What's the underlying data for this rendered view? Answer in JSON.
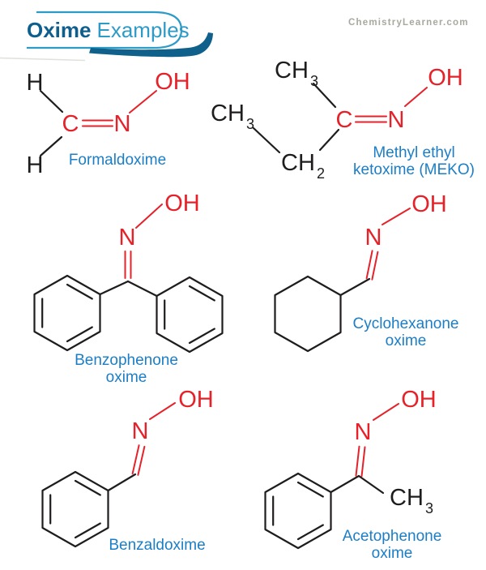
{
  "header": {
    "title_bold": "Oxime",
    "title_light": "Examples",
    "site": "ChemistryLearner.com"
  },
  "colors": {
    "title_dark": "#0e5f8e",
    "title_light": "#2e9bc7",
    "swoosh": "#0f618c",
    "label_blue": "#1b7ec6",
    "red": "#e62129",
    "black": "#1e1c1c",
    "gray": "#a8a89f",
    "faint_line": "#e0e0dc"
  },
  "molecules": [
    {
      "id": "formaldoxime",
      "label_lines": [
        "Formaldoxime"
      ],
      "atoms": {
        "h_top": "H",
        "h_bottom": "H",
        "c": "C",
        "n": "N",
        "oh": "OH"
      }
    },
    {
      "id": "meko",
      "label_lines": [
        "Methyl ethyl",
        "ketoxime (MEKO)"
      ],
      "atoms": {
        "ch3_top": "CH",
        "ch3_top_sub": "3",
        "ch3_left": "CH",
        "ch3_left_sub": "3",
        "ch2": "CH",
        "ch2_sub": "2",
        "c": "C",
        "n": "N",
        "oh": "OH"
      }
    },
    {
      "id": "benzophenone-oxime",
      "label_lines": [
        "Benzophenone",
        "oxime"
      ],
      "atoms": {
        "n": "N",
        "oh": "OH"
      }
    },
    {
      "id": "cyclohexanone-oxime",
      "label_lines": [
        "Cyclohexanone",
        "oxime"
      ],
      "atoms": {
        "n": "N",
        "oh": "OH"
      }
    },
    {
      "id": "benzaldoxime",
      "label_lines": [
        "Benzaldoxime"
      ],
      "atoms": {
        "n": "N",
        "oh": "OH"
      }
    },
    {
      "id": "acetophenone-oxime",
      "label_lines": [
        "Acetophenone",
        "oxime"
      ],
      "atoms": {
        "n": "N",
        "oh": "OH",
        "ch3": "CH",
        "ch3_sub": "3"
      }
    }
  ]
}
